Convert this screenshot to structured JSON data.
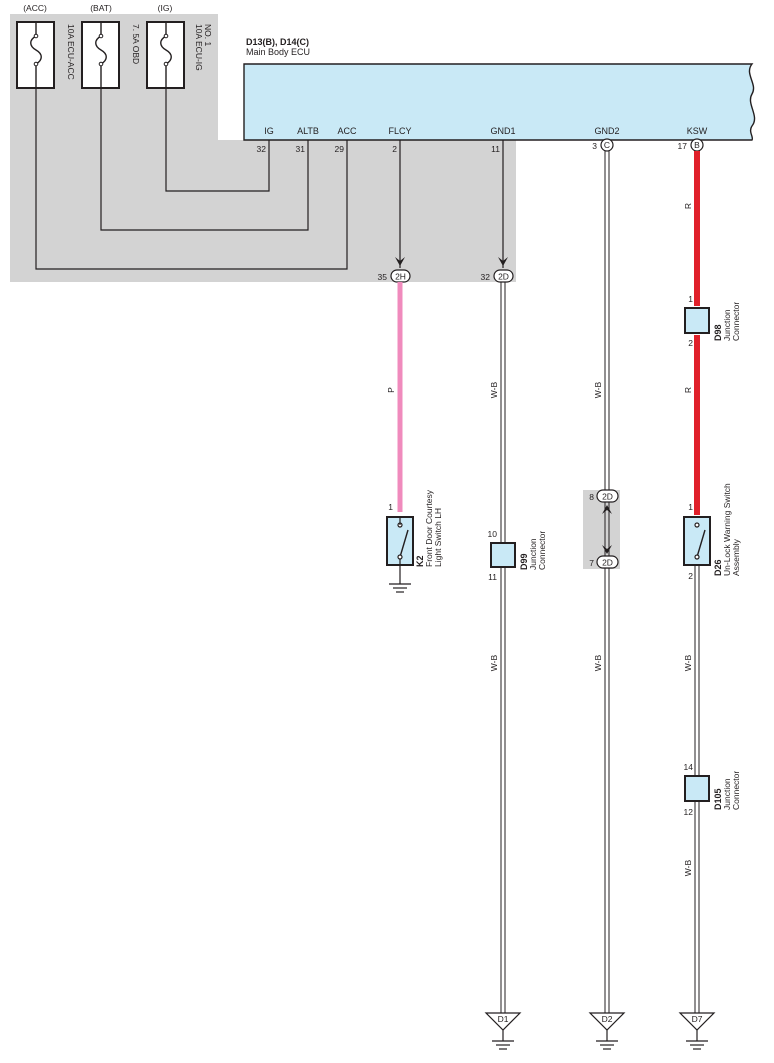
{
  "ecu": {
    "code": "D13(B), D14(C)",
    "name": "Main Body ECU",
    "terminals": {
      "ig": {
        "name": "IG",
        "pin": "32"
      },
      "altb": {
        "name": "ALTB",
        "pin": "31"
      },
      "acc": {
        "name": "ACC",
        "pin": "29"
      },
      "flcy": {
        "name": "FLCY",
        "pin": "2"
      },
      "gnd1": {
        "name": "GND1",
        "pin": "11"
      },
      "gnd2": {
        "name": "GND2",
        "pin": "3",
        "connector": "C"
      },
      "ksw": {
        "name": "KSW",
        "pin": "17",
        "connector": "B"
      }
    }
  },
  "fuses": {
    "acc": {
      "power": "(ACC)",
      "label": "10A ECU-ACC"
    },
    "bat": {
      "power": "(BAT)",
      "label": "7. 5A OBD"
    },
    "ig": {
      "power": "(IG)",
      "label_line1": "10A ECU-IG",
      "label_line2": "NO. 1"
    }
  },
  "junctions": {
    "j2h": {
      "id": "2H",
      "pin": "35"
    },
    "j2d_top": {
      "id": "2D",
      "pin": "32"
    },
    "j2d_8": {
      "id": "2D",
      "pin": "8"
    },
    "j2d_7": {
      "id": "2D",
      "pin": "7"
    }
  },
  "wires": {
    "p": "P",
    "wb1": "W-B",
    "wb2": "W-B",
    "wb3": "W-B",
    "wb4": "W-B",
    "wb5": "W-B",
    "r1": "R",
    "r2": "R"
  },
  "wire_colors": {
    "pink": "#f08bbd",
    "red": "#e0202a",
    "ecu_fill": "#c9e9f6",
    "shade": "#d3d3d3"
  },
  "components": {
    "k2": {
      "code": "K2",
      "line1": "Front Door Courtesy",
      "line2": "Light Switch LH",
      "pin": "1"
    },
    "d99": {
      "code": "D99",
      "line1": "Junction",
      "line2": "Connector",
      "pin_top": "10",
      "pin_bottom": "11"
    },
    "d26": {
      "code": "D26",
      "line1": "Un-Lock Warning Switch",
      "line2": "Assembly",
      "pin_top": "1",
      "pin_bottom": "2"
    },
    "d98": {
      "code": "D98",
      "line1": "Junction",
      "line2": "Connector",
      "pin_top": "1",
      "pin_bottom": "2"
    },
    "d105": {
      "code": "D105",
      "line1": "Junction",
      "line2": "Connector",
      "pin_top": "14",
      "pin_bottom": "12"
    }
  },
  "grounds": {
    "d1": "D1",
    "d2": "D2",
    "d7": "D7"
  }
}
